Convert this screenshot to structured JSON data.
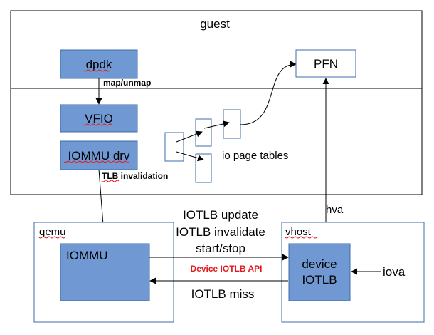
{
  "guest": {
    "label": "guest"
  },
  "qemu": {
    "label": "qemu"
  },
  "vhost": {
    "label": "vhost"
  },
  "blocks": {
    "dpdk": "dpdk",
    "vfio": "VFIO",
    "iommu_drv": "IOMMU drv",
    "pfn": "PFN",
    "iommu": "IOMMU",
    "device_iotlb_line1": "device",
    "device_iotlb_line2": "IOTLB"
  },
  "labels": {
    "map_unmap": "map/unmap",
    "io_page_tables": "io page tables",
    "tlb_invalidation": "TLB invalidation",
    "hva": "hva",
    "iotlb_update": "IOTLB update",
    "iotlb_invalidate": "IOTLB invalidate",
    "start_stop": "start/stop",
    "device_iotlb_api": "Device IOTLB API",
    "iotlb_miss": "IOTLB miss",
    "iova": "iova"
  },
  "colors": {
    "block_fill": "#7099d3",
    "block_stroke": "#3d6ba8",
    "accent_red": "#e31a1c"
  }
}
